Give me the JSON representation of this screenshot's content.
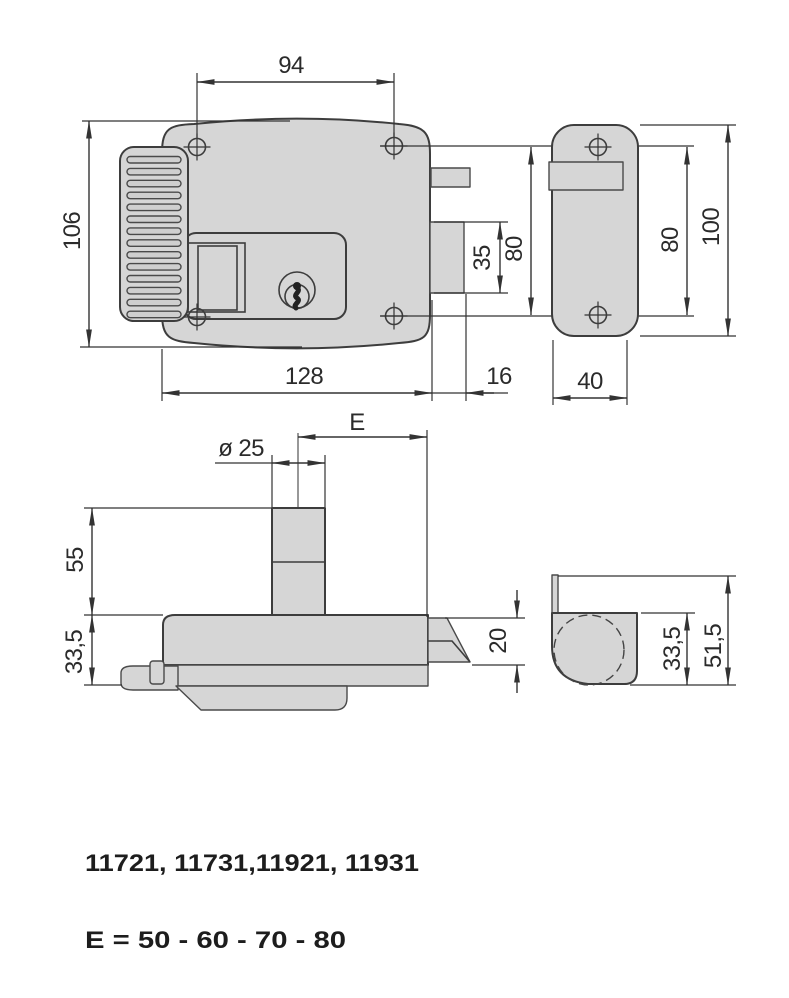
{
  "drawing_title": "electric-rim-lock-dimensioned-drawing",
  "labels": {
    "front": {
      "hole_spacing": "94",
      "height": "106",
      "width": "128",
      "bolt_offset": "16",
      "bolt_height": "35",
      "hole_span": "80"
    },
    "strike": {
      "hole_span": "80",
      "height": "100",
      "width": "40"
    },
    "section": {
      "backset": "E",
      "cylinder_diameter": "ø 25",
      "cylinder_protrusion": "55",
      "body_depth": "33,5",
      "latch_throw": "20"
    },
    "strike_section": {
      "depth": "33,5",
      "total_depth": "51,5"
    }
  },
  "footer": {
    "models": "11721, 11731,11921, 11931",
    "e_values": "E = 50 - 60 - 70 - 80"
  },
  "colors": {
    "fill_grey": "#d6d6d6",
    "line_dark": "#3d3d3d",
    "text": "#2b2b2b",
    "background": "#ffffff"
  }
}
